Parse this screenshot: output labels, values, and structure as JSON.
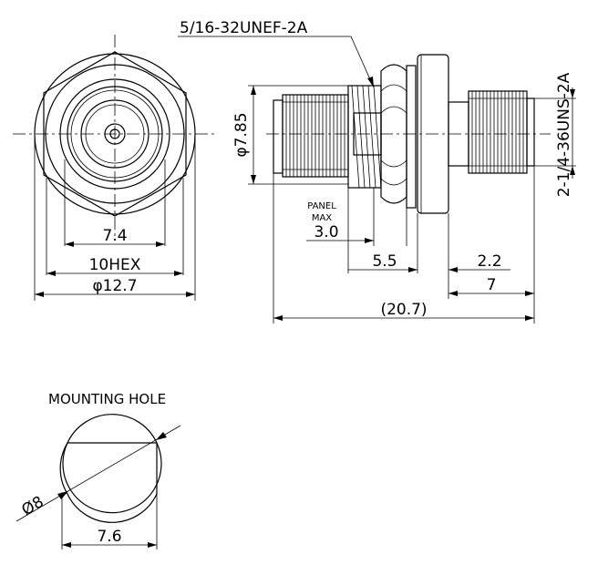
{
  "thread_main": "5/16-32UNEF-2A",
  "thread_rear": "2-1/4-36UNS-2A",
  "dia_785": "φ7.85",
  "panel_label_1": "PANEL",
  "panel_label_2": "MAX",
  "dim_panel": "3.0",
  "dim_74": "7.4",
  "dim_hex": "10HEX",
  "dim_127": "φ12.7",
  "dim_55": "5.5",
  "dim_22": "2.2",
  "dim_7": "7",
  "dim_207": "(20.7)",
  "mounting_title": "MOUNTING HOLE",
  "dim_hole": "Ø8",
  "dim_76": "7.6"
}
